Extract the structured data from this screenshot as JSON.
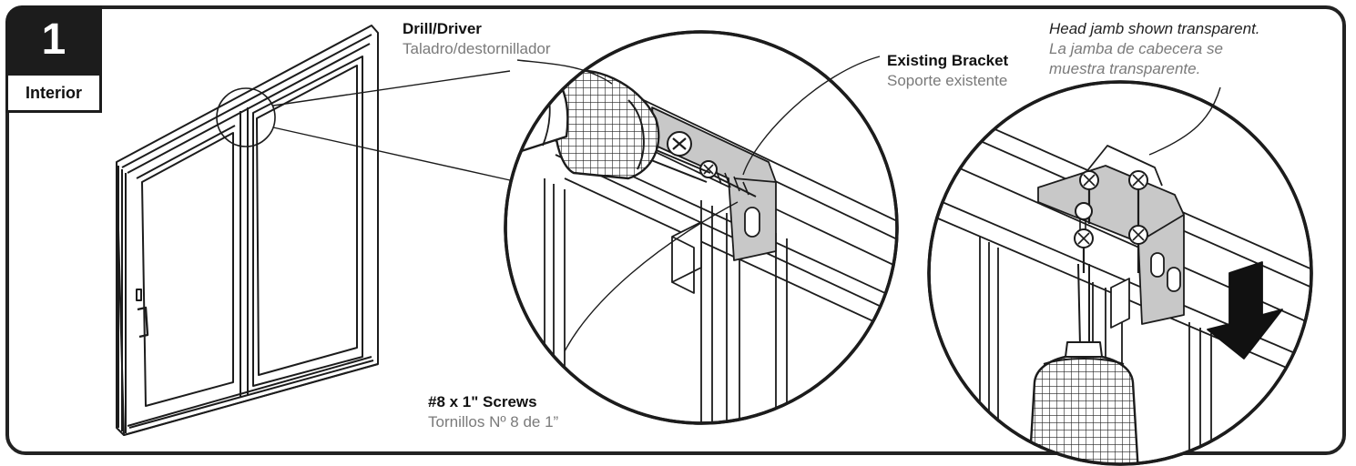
{
  "step": {
    "number": "1",
    "location_label": "Interior"
  },
  "labels": {
    "drill_en": "Drill/Driver",
    "drill_es": "Taladro/destornillador",
    "bracket_en": "Existing Bracket",
    "bracket_es": "Soporte existente",
    "screws_en": "#8 x 1\" Screws",
    "screws_es": "Tornillos Nº 8 de 1”",
    "transparent_en": "Head jamb shown transparent.",
    "transparent_es_1": "La jamba de cabecera se",
    "transparent_es_2": "muestra transparente."
  },
  "colors": {
    "ink": "#1c1c1c",
    "secondary_text": "#7a7a7a",
    "bracket_fill": "#c8c8c8",
    "arrow_fill": "#111111"
  }
}
